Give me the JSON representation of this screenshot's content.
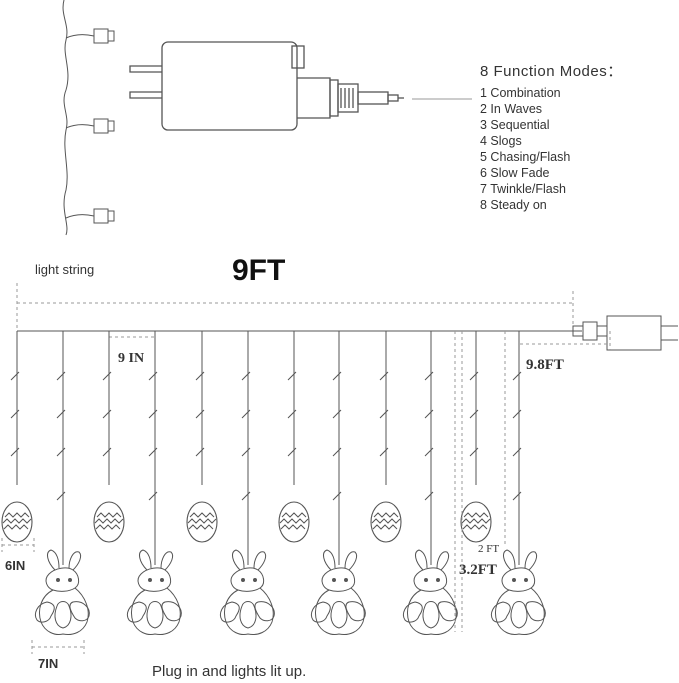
{
  "function_modes": {
    "title": "8 Function Modes：",
    "items": [
      "1 Combination",
      "2 In Waves",
      "3 Sequential",
      "4 Slogs",
      "5 Chasing/Flash",
      "6 Slow Fade",
      "7 Twinkle/Flash",
      "8 Steady on"
    ]
  },
  "labels": {
    "light_string": "light string",
    "width": "9FT",
    "short_spacing": "9 IN",
    "lead_length": "9.8FT",
    "egg_width": "6IN",
    "bunny_width": "7IN",
    "short_drop": "2 FT",
    "long_drop": "3.2FT",
    "caption": "Plug in and lights lit up."
  },
  "colors": {
    "line": "#555555",
    "dashed": "#999999",
    "text": "#333333"
  },
  "icons": [
    "power-adapter-icon",
    "plug-prong-icon",
    "jack-connector-icon",
    "egg-ornament-icon",
    "bunny-ornament-icon",
    "bulb-socket-icon"
  ]
}
